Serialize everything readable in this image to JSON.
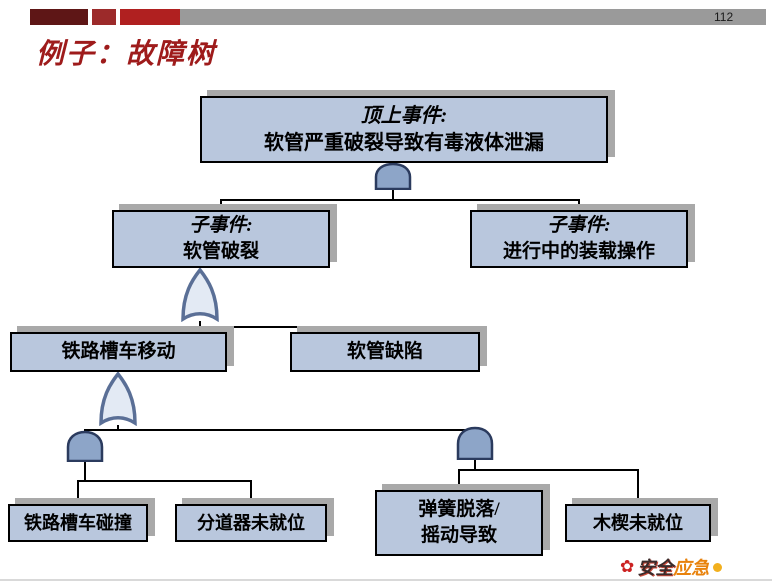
{
  "header": {
    "page_number": "112"
  },
  "slide": {
    "title": "例子：故障树"
  },
  "tree": {
    "top_event": {
      "line1": "顶上事件:",
      "line2": "软管严重破裂导致有毒液体泄漏"
    },
    "sub_left": {
      "line1": "子事件:",
      "line2": "软管破裂"
    },
    "sub_right": {
      "line1": "子事件:",
      "line2": "进行中的装载操作"
    },
    "tank_move": {
      "label": "铁路槽车移动"
    },
    "hose_defect": {
      "label": "软管缺陷"
    },
    "collision": {
      "label": "铁路槽车碰撞"
    },
    "derail": {
      "label": "分道器未就位"
    },
    "spring": {
      "line1": "弹簧脱落/",
      "line2": "摇动导致"
    },
    "wedge": {
      "label": "木楔未就位"
    },
    "gates": [
      {
        "id": "gate-top",
        "type": "AND"
      },
      {
        "id": "gate-sub-left",
        "type": "OR"
      },
      {
        "id": "gate-tank-move",
        "type": "OR"
      },
      {
        "id": "gate-left-bottom",
        "type": "AND"
      },
      {
        "id": "gate-right-bottom",
        "type": "AND"
      }
    ]
  },
  "footer": {
    "logo_part1": "安全",
    "logo_part2": "应急"
  },
  "colors": {
    "node_fill": "#b9c7dd",
    "node_border": "#000000",
    "node_shadow": "#a9a9a9",
    "and_gate_fill": "#8da5c8",
    "and_gate_stroke": "#2b3b5e",
    "or_gate_fill": "#e3eaf4",
    "or_gate_stroke": "#5a6f96",
    "title_color": "#9e1b1b",
    "header_maroon": "#5e1616",
    "header_dark_red": "#9c2a2a",
    "header_red": "#b02020",
    "header_gray": "#9a9a9a"
  }
}
